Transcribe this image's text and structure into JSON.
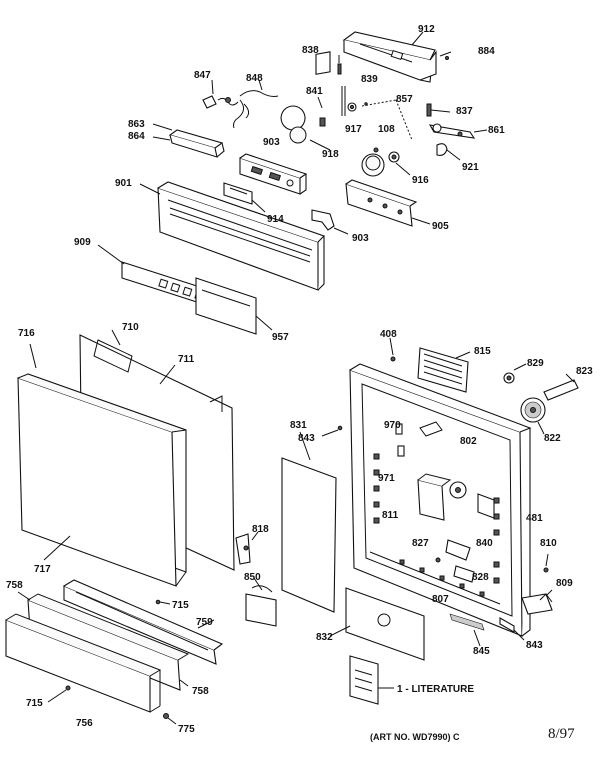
{
  "diagram": {
    "labels": [
      {
        "id": "912",
        "text": "912"
      },
      {
        "id": "884",
        "text": "884"
      },
      {
        "id": "838",
        "text": "838"
      },
      {
        "id": "847",
        "text": "847"
      },
      {
        "id": "848",
        "text": "848"
      },
      {
        "id": "839",
        "text": "839"
      },
      {
        "id": "841",
        "text": "841"
      },
      {
        "id": "857",
        "text": "857"
      },
      {
        "id": "837",
        "text": "837"
      },
      {
        "id": "863",
        "text": "863"
      },
      {
        "id": "864",
        "text": "864"
      },
      {
        "id": "917",
        "text": "917"
      },
      {
        "id": "108",
        "text": "108"
      },
      {
        "id": "861",
        "text": "861"
      },
      {
        "id": "903a",
        "text": "903"
      },
      {
        "id": "918",
        "text": "918"
      },
      {
        "id": "916",
        "text": "916"
      },
      {
        "id": "921",
        "text": "921"
      },
      {
        "id": "901",
        "text": "901"
      },
      {
        "id": "914",
        "text": "914"
      },
      {
        "id": "903b",
        "text": "903"
      },
      {
        "id": "905",
        "text": "905"
      },
      {
        "id": "909",
        "text": "909"
      },
      {
        "id": "957",
        "text": "957"
      },
      {
        "id": "716",
        "text": "716"
      },
      {
        "id": "710",
        "text": "710"
      },
      {
        "id": "711",
        "text": "711"
      },
      {
        "id": "408",
        "text": "408"
      },
      {
        "id": "815",
        "text": "815"
      },
      {
        "id": "829",
        "text": "829"
      },
      {
        "id": "823",
        "text": "823"
      },
      {
        "id": "831",
        "text": "831"
      },
      {
        "id": "843a",
        "text": "843"
      },
      {
        "id": "970",
        "text": "970"
      },
      {
        "id": "802",
        "text": "802"
      },
      {
        "id": "822",
        "text": "822"
      },
      {
        "id": "971",
        "text": "971"
      },
      {
        "id": "811",
        "text": "811"
      },
      {
        "id": "481",
        "text": "481"
      },
      {
        "id": "818",
        "text": "818"
      },
      {
        "id": "827",
        "text": "827"
      },
      {
        "id": "840",
        "text": "840"
      },
      {
        "id": "810",
        "text": "810"
      },
      {
        "id": "717",
        "text": "717"
      },
      {
        "id": "850",
        "text": "850"
      },
      {
        "id": "828",
        "text": "828"
      },
      {
        "id": "809",
        "text": "809"
      },
      {
        "id": "758a",
        "text": "758"
      },
      {
        "id": "715a",
        "text": "715"
      },
      {
        "id": "807",
        "text": "807"
      },
      {
        "id": "759",
        "text": "759"
      },
      {
        "id": "832",
        "text": "832"
      },
      {
        "id": "843b",
        "text": "843"
      },
      {
        "id": "845",
        "text": "845"
      },
      {
        "id": "758b",
        "text": "758"
      },
      {
        "id": "715b",
        "text": "715"
      },
      {
        "id": "756",
        "text": "756"
      },
      {
        "id": "775",
        "text": "775"
      }
    ],
    "literature": "1 - LITERATURE",
    "art_no": "(ART NO. WD7990) C",
    "date": "8/97"
  }
}
